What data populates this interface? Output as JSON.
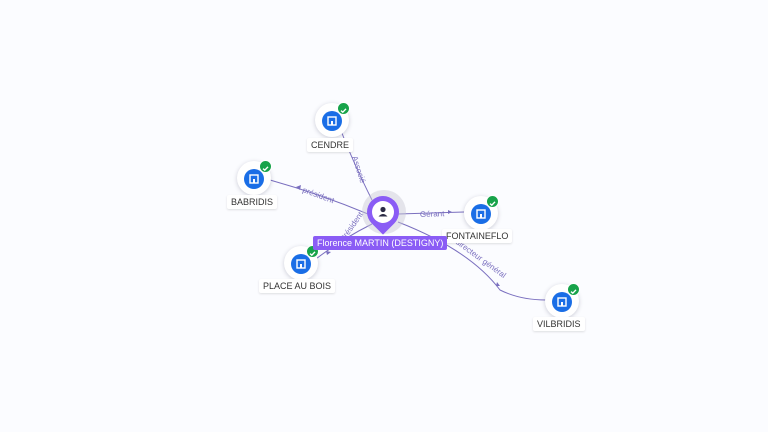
{
  "center": {
    "name": "Florence MARTIN (DESTIGNY)",
    "icon": "person-icon",
    "color": "#8a5cf5"
  },
  "nodes": [
    {
      "id": "cendre",
      "label": "CENDRE",
      "icon": "building-icon",
      "status": "check-icon"
    },
    {
      "id": "babridis",
      "label": "BABRIDIS",
      "icon": "building-icon",
      "status": "check-icon"
    },
    {
      "id": "fontaineflo",
      "label": "FONTAINEFLO",
      "icon": "building-icon",
      "status": "check-icon"
    },
    {
      "id": "place-au-bois",
      "label": "PLACE AU BOIS",
      "icon": "building-icon",
      "status": "check-icon"
    },
    {
      "id": "vilbridis",
      "label": "VILBRIDIS",
      "icon": "building-icon",
      "status": "check-icon"
    }
  ],
  "edges": [
    {
      "to": "cendre",
      "label": "Associé"
    },
    {
      "to": "babridis",
      "label": "président"
    },
    {
      "to": "fontaineflo",
      "label": "Gérant"
    },
    {
      "to": "place-au-bois",
      "label": "Président"
    },
    {
      "to": "vilbridis",
      "label": "directeur général"
    }
  ],
  "colors": {
    "edge": "#7a6fbf",
    "company": "#1a6ee6",
    "verified": "#17a34a",
    "person": "#8a5cf5"
  }
}
